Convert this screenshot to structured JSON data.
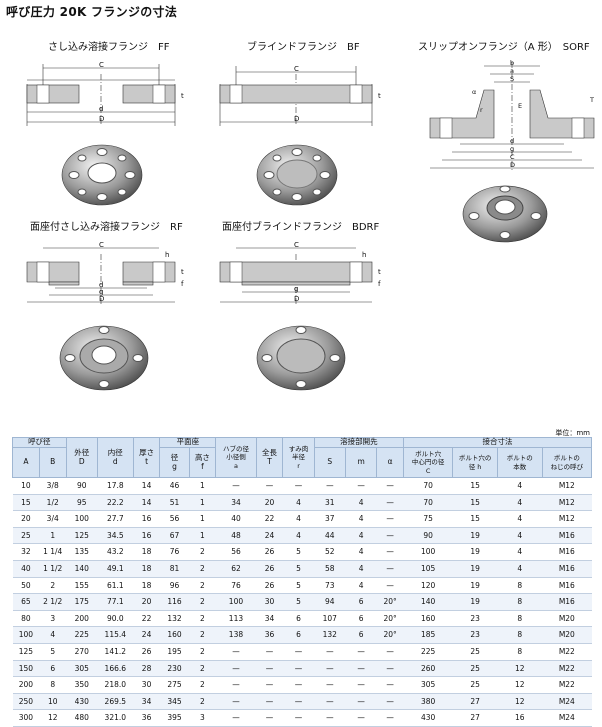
{
  "page_title": "呼び圧力 20K フランジの寸法",
  "diagrams": {
    "ff": "さし込み溶接フランジ　FF",
    "bf": "ブラインドフランジ　BF",
    "sorf": "スリップオンフランジ（A 形）　SORF",
    "rf": "面座付さし込み溶接フランジ　RF",
    "bdrf": "面座付ブラインドフランジ　BDRF"
  },
  "dim_letters": {
    "C": "C",
    "D": "D",
    "d": "d",
    "g": "g",
    "t": "t",
    "h": "h",
    "f": "f",
    "b": "b",
    "a": "a",
    "T": "T",
    "E": "E",
    "r": "r",
    "alpha": "α",
    "S": "S"
  },
  "unit": "単位：mm",
  "table": {
    "groups": {
      "nominal": "呼び径",
      "flat_seat": "平面座",
      "weld_bevel": "溶接部開先",
      "joint": "接合寸法"
    },
    "columns": {
      "A": "A",
      "B": "B",
      "D": [
        "外径",
        "D"
      ],
      "d": [
        "内径",
        "d"
      ],
      "t": [
        "厚さ",
        "t"
      ],
      "g": [
        "径",
        "g"
      ],
      "f": [
        "高さ",
        "f"
      ],
      "a": [
        "ハブの径",
        "小径側",
        "a"
      ],
      "T": [
        "全長",
        "T"
      ],
      "r": [
        "すみ肉",
        "半径",
        "r"
      ],
      "S": "S",
      "m": "m",
      "alpha": "α",
      "C": [
        "ボルト穴",
        "中心円の径",
        "C"
      ],
      "h": [
        "ボルト穴の",
        "径 h"
      ],
      "n": [
        "ボルトの",
        "本数"
      ],
      "bolt": [
        "ボルトの",
        "ねじの呼び"
      ]
    },
    "rows": [
      [
        "10",
        "3/8",
        "90",
        "17.8",
        "14",
        "46",
        "1",
        "—",
        "—",
        "—",
        "—",
        "—",
        "—",
        "70",
        "15",
        "4",
        "M12"
      ],
      [
        "15",
        "1/2",
        "95",
        "22.2",
        "14",
        "51",
        "1",
        "34",
        "20",
        "4",
        "31",
        "4",
        "—",
        "70",
        "15",
        "4",
        "M12"
      ],
      [
        "20",
        "3/4",
        "100",
        "27.7",
        "16",
        "56",
        "1",
        "40",
        "22",
        "4",
        "37",
        "4",
        "—",
        "75",
        "15",
        "4",
        "M12"
      ],
      [
        "25",
        "1",
        "125",
        "34.5",
        "16",
        "67",
        "1",
        "48",
        "24",
        "4",
        "44",
        "4",
        "—",
        "90",
        "19",
        "4",
        "M16"
      ],
      [
        "32",
        "1 1/4",
        "135",
        "43.2",
        "18",
        "76",
        "2",
        "56",
        "26",
        "5",
        "52",
        "4",
        "—",
        "100",
        "19",
        "4",
        "M16"
      ],
      [
        "40",
        "1 1/2",
        "140",
        "49.1",
        "18",
        "81",
        "2",
        "62",
        "26",
        "5",
        "58",
        "4",
        "—",
        "105",
        "19",
        "4",
        "M16"
      ],
      [
        "50",
        "2",
        "155",
        "61.1",
        "18",
        "96",
        "2",
        "76",
        "26",
        "5",
        "73",
        "4",
        "—",
        "120",
        "19",
        "8",
        "M16"
      ],
      [
        "65",
        "2 1/2",
        "175",
        "77.1",
        "20",
        "116",
        "2",
        "100",
        "30",
        "5",
        "94",
        "6",
        "20°",
        "140",
        "19",
        "8",
        "M16"
      ],
      [
        "80",
        "3",
        "200",
        "90.0",
        "22",
        "132",
        "2",
        "113",
        "34",
        "6",
        "107",
        "6",
        "20°",
        "160",
        "23",
        "8",
        "M20"
      ],
      [
        "100",
        "4",
        "225",
        "115.4",
        "24",
        "160",
        "2",
        "138",
        "36",
        "6",
        "132",
        "6",
        "20°",
        "185",
        "23",
        "8",
        "M20"
      ],
      [
        "125",
        "5",
        "270",
        "141.2",
        "26",
        "195",
        "2",
        "—",
        "—",
        "—",
        "—",
        "—",
        "—",
        "225",
        "25",
        "8",
        "M22"
      ],
      [
        "150",
        "6",
        "305",
        "166.6",
        "28",
        "230",
        "2",
        "—",
        "—",
        "—",
        "—",
        "—",
        "—",
        "260",
        "25",
        "12",
        "M22"
      ],
      [
        "200",
        "8",
        "350",
        "218.0",
        "30",
        "275",
        "2",
        "—",
        "—",
        "—",
        "—",
        "—",
        "—",
        "305",
        "25",
        "12",
        "M22"
      ],
      [
        "250",
        "10",
        "430",
        "269.5",
        "34",
        "345",
        "2",
        "—",
        "—",
        "—",
        "—",
        "—",
        "—",
        "380",
        "27",
        "12",
        "M24"
      ],
      [
        "300",
        "12",
        "480",
        "321.0",
        "36",
        "395",
        "3",
        "—",
        "—",
        "—",
        "—",
        "—",
        "—",
        "430",
        "27",
        "16",
        "M24"
      ]
    ]
  },
  "colors": {
    "header_bg": "#d5e3f3",
    "row_alt": "#eef3fa",
    "section_fill": "#c9c9c9",
    "dim_line": "#333333"
  }
}
